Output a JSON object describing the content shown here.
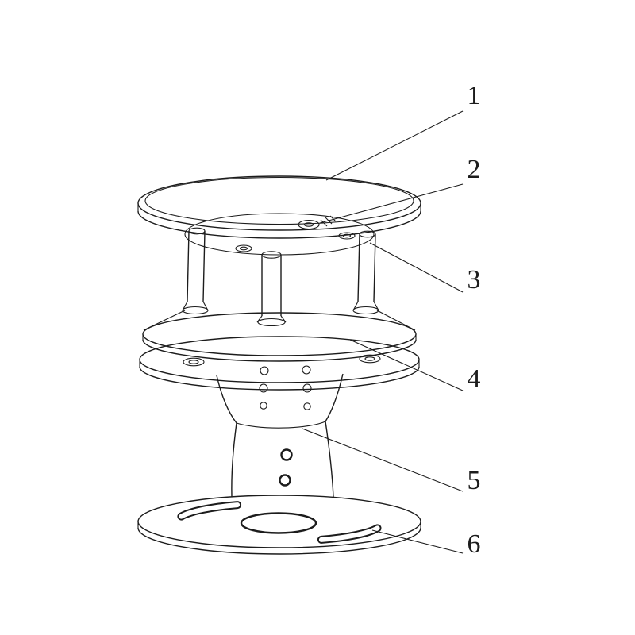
{
  "diagram": {
    "colors": {
      "line": "#1c1c1c",
      "background": "#ffffff"
    },
    "callouts": [
      {
        "label": "1"
      },
      {
        "label": "2"
      },
      {
        "label": "3"
      },
      {
        "label": "4"
      },
      {
        "label": "5"
      },
      {
        "label": "6"
      }
    ]
  }
}
